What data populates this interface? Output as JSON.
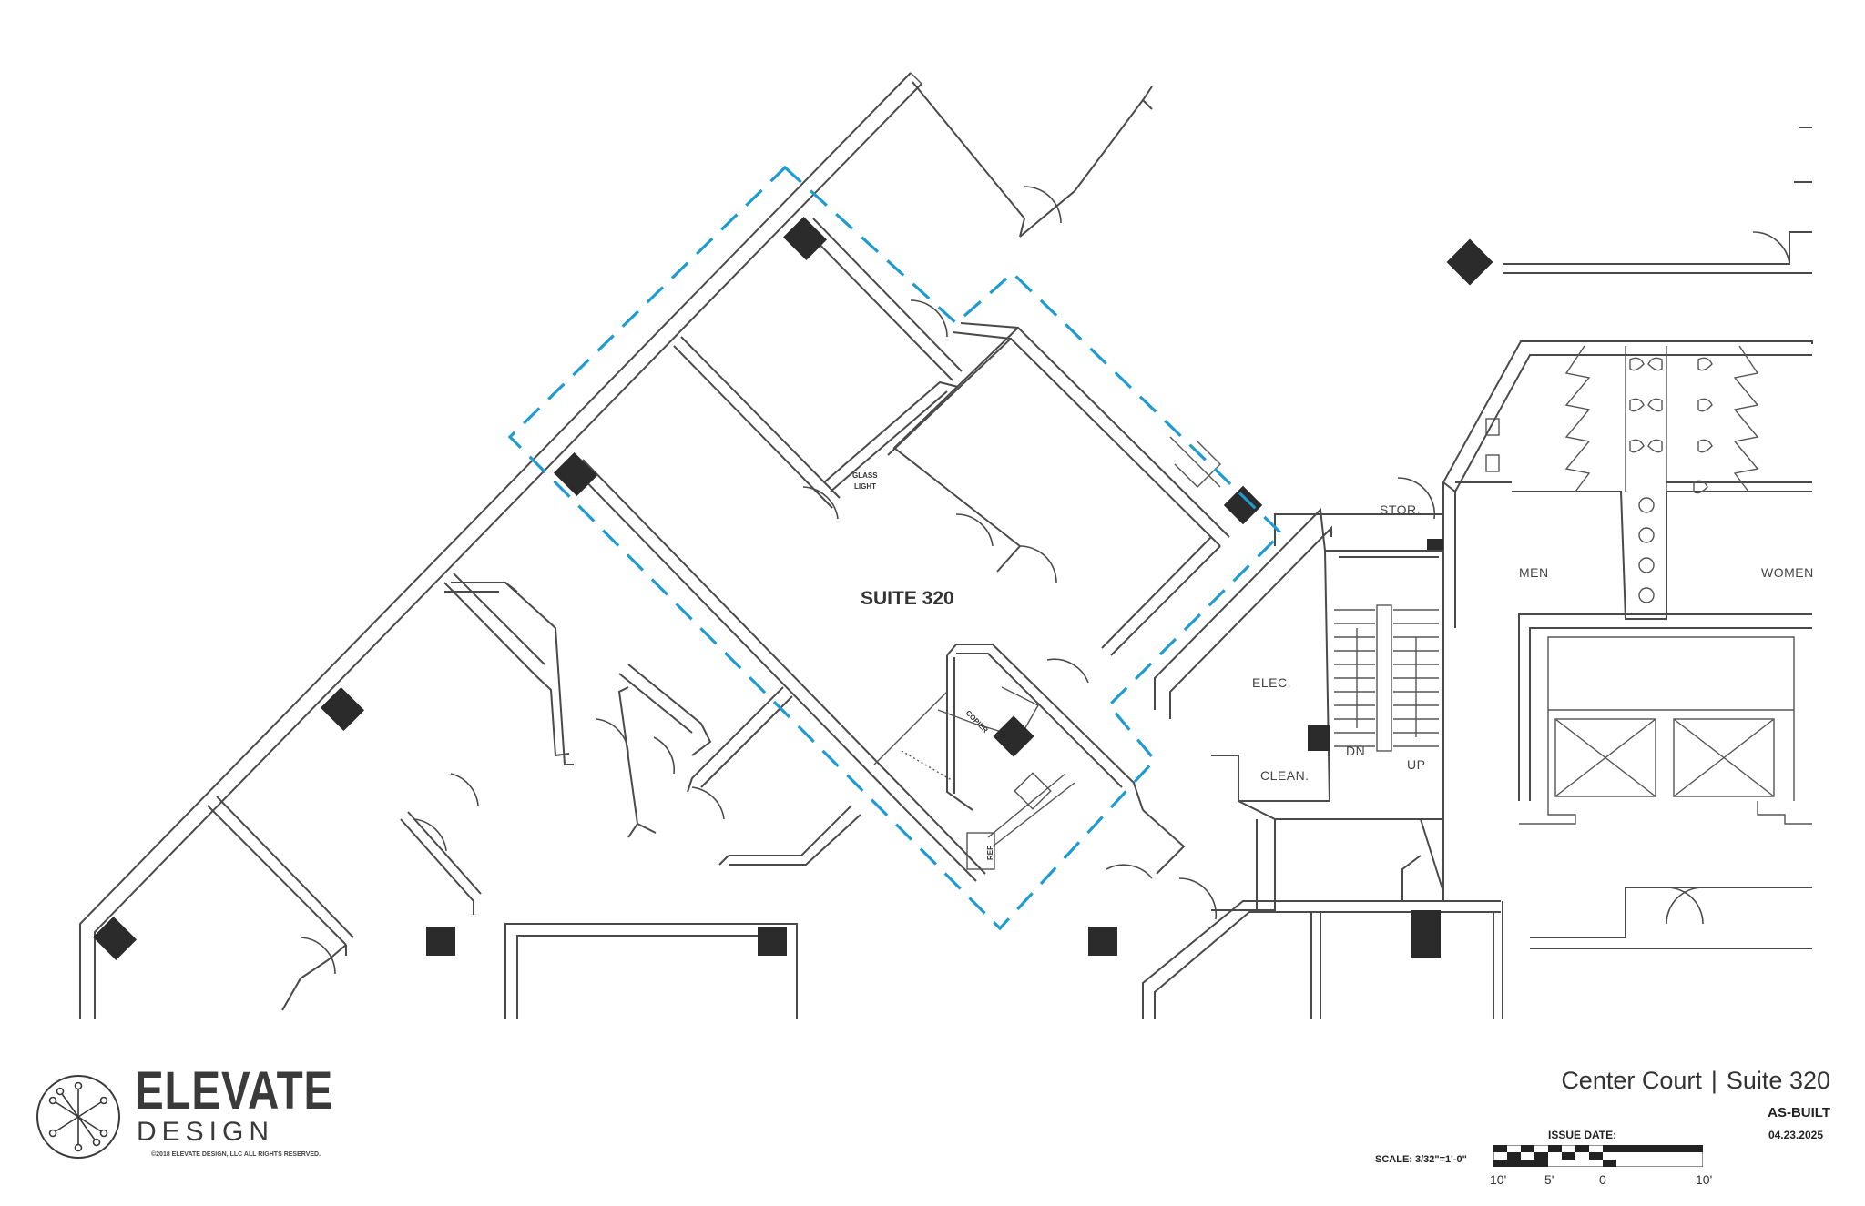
{
  "plan": {
    "rooms": {
      "suite": "SUITE 320",
      "stor": "STOR.",
      "men": "MEN",
      "women": "WOMEN",
      "elec": "ELEC.",
      "clean": "CLEAN.",
      "dn": "DN",
      "up": "UP",
      "glass_light_1": "GLASS",
      "glass_light_2": "LIGHT",
      "copier": "COPIER",
      "ref": "REF"
    },
    "highlight_color": "#1e9bd0"
  },
  "logo": {
    "word1": "ELEVATE",
    "word2": "DESIGN",
    "copyright": "©2018 ELEVATE DESIGN, LLC  ALL RIGHTS RESERVED."
  },
  "title_block": {
    "building": "Center Court",
    "separator": "|",
    "suite": "Suite 320",
    "status": "AS-BUILT",
    "issue_label": "ISSUE DATE:",
    "issue_date": "04.23.2025",
    "scale_label": "SCALE: 3/32\"=1'-0\"",
    "scale_ticks": [
      "10'",
      "5'",
      "0",
      "10'"
    ]
  }
}
